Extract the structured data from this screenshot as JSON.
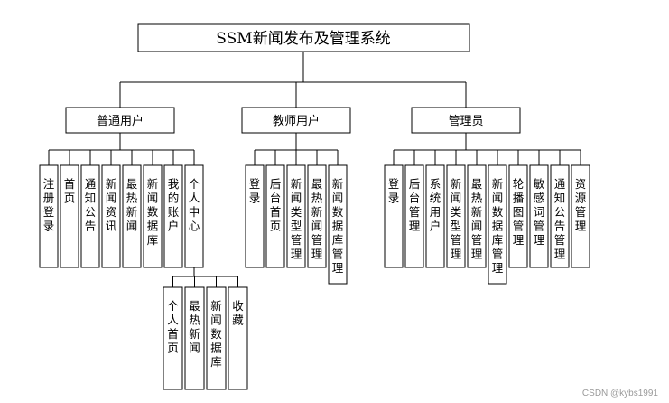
{
  "title": "SSM新闻发布及管理系统",
  "roles": [
    {
      "name": "普通用户",
      "modules": [
        "注册登录",
        "首页",
        "通知公告",
        "新闻资讯",
        "最热新闻",
        "新闻数据库",
        "我的账户",
        "个人中心"
      ],
      "submodules": {
        "parent": "个人中心",
        "items": [
          "个人首页",
          "最热新闻",
          "新闻数据库",
          "收藏"
        ]
      }
    },
    {
      "name": "教师用户",
      "modules": [
        "登录",
        "后台首页",
        "新闻类型管理",
        "最热新闻管理",
        "新闻数据库管理"
      ]
    },
    {
      "name": "管理员",
      "modules": [
        "登录",
        "后台管理",
        "系统用户",
        "新闻类型管理",
        "最热新闻管理",
        "新闻数据库管理",
        "轮播图管理",
        "敏感词管理",
        "通知公告管理",
        "资源管理"
      ]
    }
  ],
  "watermark": "CSDN @kybs1991"
}
